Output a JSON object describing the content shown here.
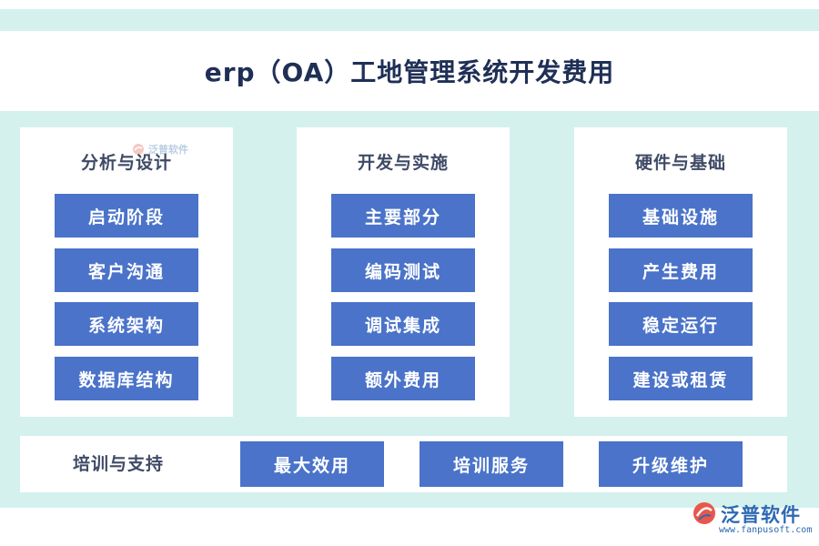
{
  "title": "erp（OA）工地管理系统开发费用",
  "columns": [
    {
      "heading": "分析与设计",
      "items": [
        "启动阶段",
        "客户沟通",
        "系统架构",
        "数据库结构"
      ]
    },
    {
      "heading": "开发与实施",
      "items": [
        "主要部分",
        "编码测试",
        "调试集成",
        "额外费用"
      ]
    },
    {
      "heading": "硬件与基础",
      "items": [
        "基础设施",
        "产生费用",
        "稳定运行",
        "建设或租赁"
      ]
    }
  ],
  "bottom": {
    "label": "培训与支持",
    "items": [
      "最大效用",
      "培训服务",
      "升级维护"
    ]
  },
  "watermark": {
    "name": "泛普软件"
  },
  "logo": {
    "name": "泛普软件",
    "url": "www.fanpusoft.com"
  },
  "colors": {
    "band": "#d4f1ee",
    "box": "#4a73c9",
    "heading": "#3f4a66",
    "title": "#1f2f56"
  }
}
